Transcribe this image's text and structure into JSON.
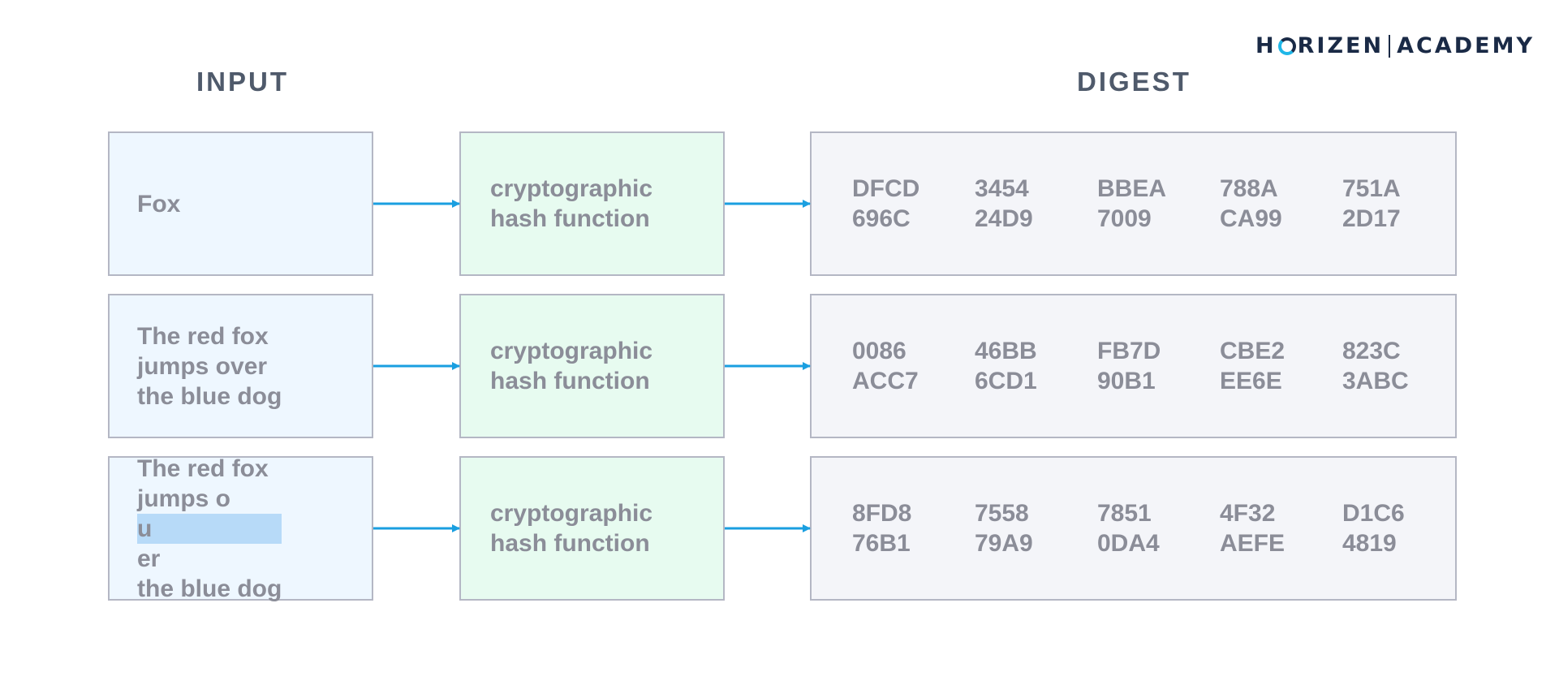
{
  "logo": {
    "part1": "H",
    "part2": "RIZEN",
    "part3": "ACADEMY"
  },
  "headers": {
    "input": "INPUT",
    "digest": "DIGEST"
  },
  "rows": [
    {
      "input": [
        "Fox"
      ],
      "hash": [
        "cryptographic",
        "hash function"
      ],
      "digest": [
        [
          "DFCD",
          "696C"
        ],
        [
          "3454",
          "24D9"
        ],
        [
          "BBEA",
          "7009"
        ],
        [
          "788A",
          "CA99"
        ],
        [
          "751A",
          "2D17"
        ]
      ]
    },
    {
      "input": [
        "The red fox",
        "jumps over",
        "the blue dog"
      ],
      "hash": [
        "cryptographic",
        "hash function"
      ],
      "digest": [
        [
          "0086",
          "ACC7"
        ],
        [
          "46BB",
          "6CD1"
        ],
        [
          "FB7D",
          "90B1"
        ],
        [
          "CBE2",
          "EE6E"
        ],
        [
          "823C",
          "3ABC"
        ]
      ]
    },
    {
      "input": [
        "The red fox",
        "jumps o",
        "u",
        "er",
        "the blue dog"
      ],
      "hash": [
        "cryptographic",
        "hash function"
      ],
      "digest": [
        [
          "8FD8",
          "76B1"
        ],
        [
          "7558",
          "79A9"
        ],
        [
          "7851",
          "0DA4"
        ],
        [
          "4F32",
          "AEFE"
        ],
        [
          "D1C6",
          "4819"
        ]
      ]
    }
  ],
  "colors": {
    "arrow": "#1a9fe0",
    "input_bg": "#eef7ff",
    "hash_bg": "#e7fbf0",
    "digest_bg": "#f4f5f9",
    "highlight": "#b7daf8"
  }
}
